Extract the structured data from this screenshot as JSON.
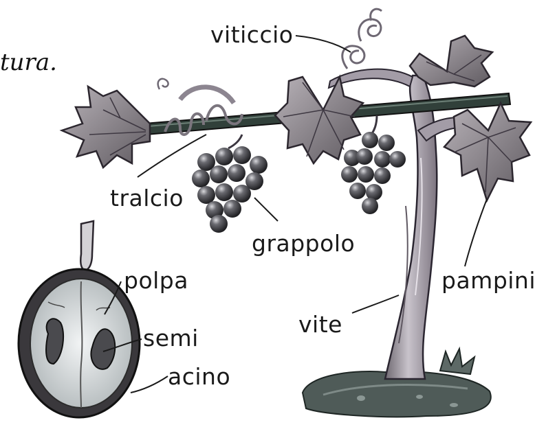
{
  "header_fragment": "tura.",
  "labels": {
    "viticcio": "viticcio",
    "tralcio": "tralcio",
    "grappolo": "grappolo",
    "polpa": "polpa",
    "semi": "semi",
    "acino": "acino",
    "pampini": "pampini",
    "vite": "vite"
  },
  "colors": {
    "leaf_fill": "#8e8a8e",
    "leaf_light": "#c9c4c8",
    "trunk": "#a9a3ab",
    "trunk_shade": "#6f6971",
    "grape": "#2a2a2c",
    "grape_highlight": "#cfcfd2",
    "pole": "#2f3b33",
    "ground": "#4a5654",
    "berry_skin": "#3c3a3d",
    "berry_flesh": "#d9dde0"
  }
}
